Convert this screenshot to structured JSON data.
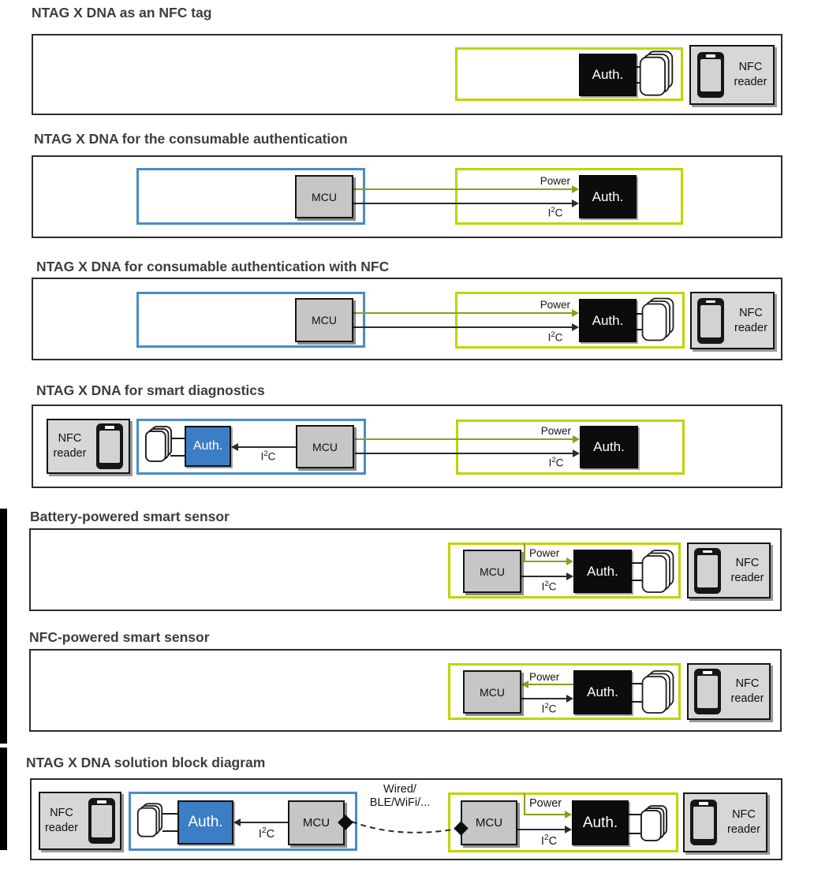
{
  "colors": {
    "green_border": "#bfd302",
    "power_line": "#8e9c1a",
    "blue_border": "#4a8bc8",
    "blue_fill": "#3c7ec5",
    "black_fill": "#0c0c0c",
    "gray_fill": "#c6c6c6",
    "reader_fill": "#d7d7d7"
  },
  "labels": {
    "auth": "Auth.",
    "mcu": "MCU",
    "power": "Power",
    "i2c": {
      "pre": "I",
      "sup": "2",
      "post": "C"
    },
    "nfc_reader": {
      "line1": "NFC",
      "line2": "reader"
    },
    "wired": {
      "line1": "Wired/",
      "line2": "BLE/WiFi/..."
    }
  },
  "sections": [
    {
      "title": "NTAG X DNA as an NFC tag"
    },
    {
      "title": "NTAG X DNA for the consumable authentication"
    },
    {
      "title": "NTAG X DNA for consumable authentication with NFC"
    },
    {
      "title": "NTAG X DNA for smart diagnostics"
    },
    {
      "title": "Battery-powered smart sensor"
    },
    {
      "title": "NFC-powered smart sensor"
    },
    {
      "title": "NTAG X DNA solution block diagram"
    }
  ]
}
